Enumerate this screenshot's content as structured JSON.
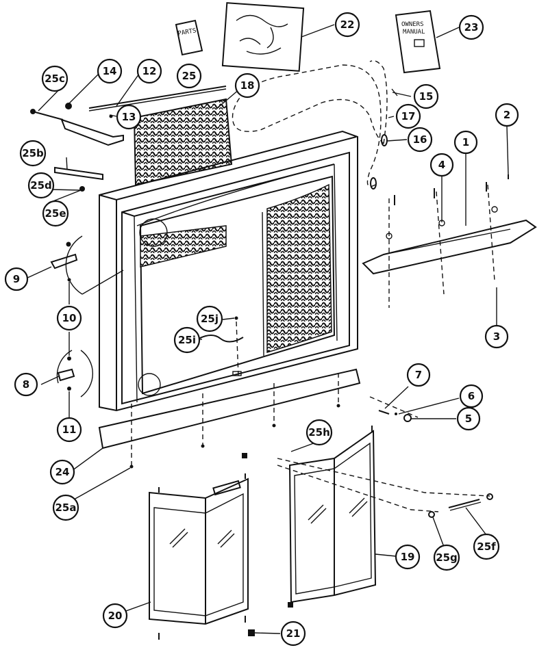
{
  "callouts": [
    {
      "id": "c1",
      "label": "1"
    },
    {
      "id": "c2",
      "label": "2"
    },
    {
      "id": "c3",
      "label": "3"
    },
    {
      "id": "c4",
      "label": "4"
    },
    {
      "id": "c5",
      "label": "5"
    },
    {
      "id": "c6",
      "label": "6"
    },
    {
      "id": "c7",
      "label": "7"
    },
    {
      "id": "c8",
      "label": "8"
    },
    {
      "id": "c9",
      "label": "9"
    },
    {
      "id": "c10",
      "label": "10"
    },
    {
      "id": "c11",
      "label": "11"
    },
    {
      "id": "c12",
      "label": "12"
    },
    {
      "id": "c13",
      "label": "13"
    },
    {
      "id": "c14",
      "label": "14"
    },
    {
      "id": "c15",
      "label": "15"
    },
    {
      "id": "c16",
      "label": "16"
    },
    {
      "id": "c17",
      "label": "17"
    },
    {
      "id": "c18",
      "label": "18"
    },
    {
      "id": "c19",
      "label": "19"
    },
    {
      "id": "c20",
      "label": "20"
    },
    {
      "id": "c21",
      "label": "21"
    },
    {
      "id": "c22",
      "label": "22"
    },
    {
      "id": "c23",
      "label": "23"
    },
    {
      "id": "c24",
      "label": "24"
    },
    {
      "id": "c25",
      "label": "25"
    },
    {
      "id": "c25a",
      "label": "25a"
    },
    {
      "id": "c25b",
      "label": "25b"
    },
    {
      "id": "c25c",
      "label": "25c"
    },
    {
      "id": "c25d",
      "label": "25d"
    },
    {
      "id": "c25e",
      "label": "25e"
    },
    {
      "id": "c25f",
      "label": "25f"
    },
    {
      "id": "c25g",
      "label": "25g"
    },
    {
      "id": "c25h",
      "label": "25h"
    },
    {
      "id": "c25i",
      "label": "25i"
    },
    {
      "id": "c25j",
      "label": "25j"
    }
  ],
  "manual": {
    "line1": "OWNERS",
    "line2": "MANUAL"
  },
  "parts_bag": {
    "label": "PARTS"
  }
}
